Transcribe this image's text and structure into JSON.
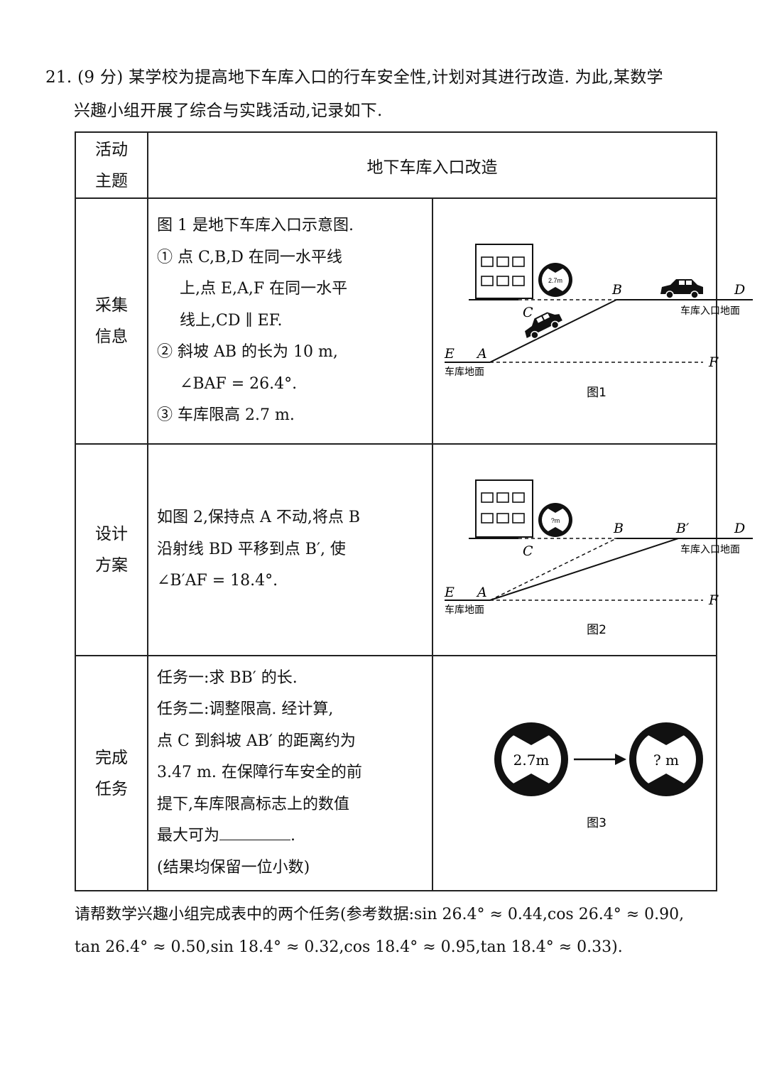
{
  "question": {
    "line1": "21. (9 分) 某学校为提高地下车库入口的行车安全性,计划对其进行改造. 为此,某数学",
    "line2": "兴趣小组开展了综合与实践活动,记录如下."
  },
  "table": {
    "theme_label_1": "活动",
    "theme_label_2": "主题",
    "theme_value": "地下车库入口改造",
    "collect": {
      "label_1": "采集",
      "label_2": "信息",
      "lines": [
        "图 1 是地下车库入口示意图.",
        "① 点 C,B,D 在同一水平线",
        "上,点 E,A,F 在同一水平",
        "线上,CD ∥ EF.",
        "② 斜坡 AB 的长为 10 m,",
        "∠BAF = 26.4°.",
        "③ 车库限高 2.7 m."
      ]
    },
    "design": {
      "label_1": "设计",
      "label_2": "方案",
      "lines": [
        "如图 2,保持点 A 不动,将点 B",
        "沿射线 BD 平移到点 B′, 使",
        "∠B′AF = 18.4°."
      ]
    },
    "task": {
      "label_1": "完成",
      "label_2": "任务",
      "lines": [
        "任务一:求 BB′ 的长.",
        "任务二:调整限高. 经计算,",
        "点 C 到斜坡 AB′ 的距离约为",
        "3.47 m. 在保障行车安全的前",
        "提下,车库限高标志上的数值",
        "最大可为",
        "(结果均保留一位小数)"
      ]
    }
  },
  "fig1": {
    "caption": "图1",
    "sign": "2.7m",
    "labels": {
      "B": "B",
      "C": "C",
      "D": "D",
      "E": "E",
      "A": "A",
      "F": "F"
    },
    "ground_top": "车库入口地面",
    "ground_bottom": "车库地面"
  },
  "fig2": {
    "caption": "图2",
    "sign": "?m",
    "labels": {
      "B": "B",
      "B2": "B′",
      "C": "C",
      "D": "D",
      "E": "E",
      "A": "A",
      "F": "F"
    },
    "ground_top": "车库入口地面",
    "ground_bottom": "车库地面"
  },
  "fig3": {
    "caption": "图3",
    "sign_left": "2.7m",
    "sign_right": "? m"
  },
  "footer": {
    "line1": "请帮数学兴趣小组完成表中的两个任务(参考数据:sin 26.4° ≈ 0.44,cos 26.4° ≈ 0.90,",
    "line2": "tan 26.4° ≈ 0.50,sin 18.4° ≈ 0.32,cos 18.4° ≈ 0.95,tan 18.4° ≈ 0.33)."
  }
}
